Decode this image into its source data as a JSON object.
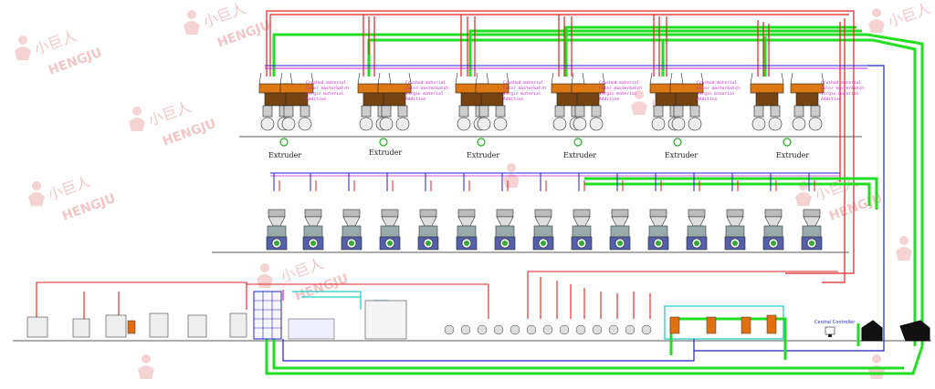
{
  "labels": {
    "extruder": "Extruder",
    "central_controller": "Central Controller",
    "material_lines": [
      "Crushed material",
      "Color masterbatch",
      "Virgin material",
      "Additive"
    ],
    "watermark_cn": "小巨人",
    "watermark_en": "HENGJU"
  },
  "colors": {
    "background": "#ffffff",
    "red_pipe": "#e02020",
    "green_pipe": "#22dd22",
    "blue_pipe": "#2222cc",
    "cyan_pipe": "#22cccc",
    "magenta_pipe": "#d020d0",
    "magenta_text": "#cc22cc",
    "watermark": "#f2c8c8"
  },
  "icons": {
    "watermark_logo": "figure-logo-icon",
    "controller": "monitor-icon",
    "extruder_marker": "circle-green-icon"
  }
}
